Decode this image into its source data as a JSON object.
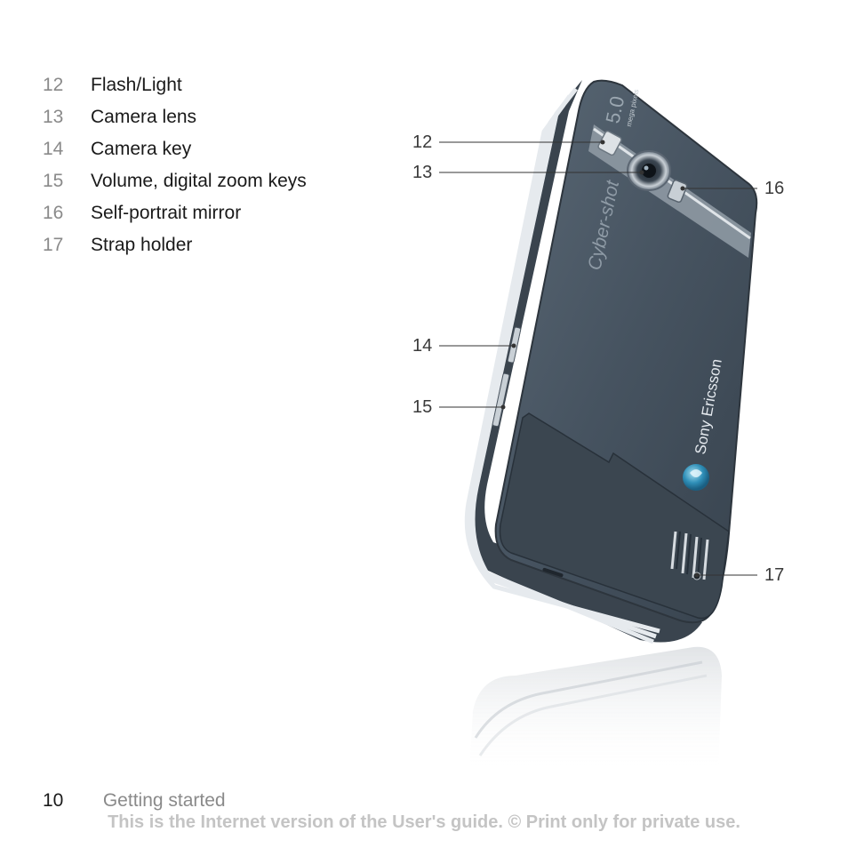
{
  "legend": {
    "items": [
      {
        "num": "12",
        "label": "Flash/Light"
      },
      {
        "num": "13",
        "label": "Camera lens"
      },
      {
        "num": "14",
        "label": "Camera key"
      },
      {
        "num": "15",
        "label": "Volume, digital zoom keys"
      },
      {
        "num": "16",
        "label": "Self-portrait mirror"
      },
      {
        "num": "17",
        "label": "Strap holder"
      }
    ]
  },
  "callouts": {
    "c12": "12",
    "c13": "13",
    "c14": "14",
    "c15": "15",
    "c16": "16",
    "c17": "17"
  },
  "phone": {
    "brand": "Sony Ericsson",
    "model_script": "Cyber-shot",
    "megapixel": "5.0",
    "megapixel_sub": "mega pixels"
  },
  "footer": {
    "page_number": "10",
    "section_title": "Getting started",
    "disclaimer": "This is the Internet version of the User's guide. © Print only for private use."
  },
  "colors": {
    "phone_body": "#4a5866",
    "phone_dark": "#353f4a",
    "chrome_trim": "#d8dde2",
    "callout_line": "#333333"
  }
}
